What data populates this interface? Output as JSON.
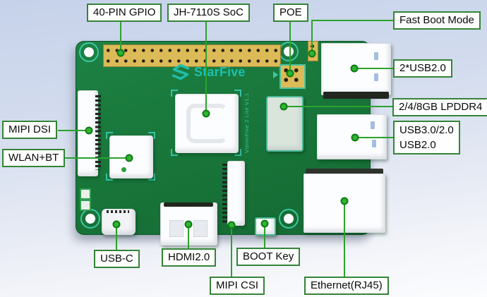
{
  "board": {
    "logo_text": "StarFive",
    "silkscreen": "VisionFive 2 Lite V1.1"
  },
  "icons": {
    "starfive-logo-icon": "interlocked angular S knot"
  },
  "colors": {
    "pcb_green": "#187439",
    "accent_teal": "#38c3a6",
    "callout_green": "#2ba32c",
    "label_border_green": "#348438",
    "header_yellow": "#dcba58",
    "background_top": "#c6d2ea",
    "background_bottom": "#fbfcfe"
  },
  "callouts": [
    {
      "id": "gpio",
      "text": "40-PIN GPIO"
    },
    {
      "id": "soc",
      "text": "JH-7110S SoC"
    },
    {
      "id": "poe",
      "text": "POE"
    },
    {
      "id": "fastboot",
      "text": "Fast Boot Mode"
    },
    {
      "id": "usb2x2",
      "text": "2*USB2.0"
    },
    {
      "id": "lpddr4",
      "text": "2/4/8GB LPDDR4"
    },
    {
      "id": "usb3",
      "text": "USB3.0/2.0",
      "text2": "USB2.0"
    },
    {
      "id": "dsi",
      "text": "MIPI DSI"
    },
    {
      "id": "wlan",
      "text": "WLAN+BT"
    },
    {
      "id": "usbc",
      "text": "USB-C"
    },
    {
      "id": "hdmi",
      "text": "HDMI2.0"
    },
    {
      "id": "bootkey",
      "text": "BOOT Key"
    },
    {
      "id": "csi",
      "text": "MIPI CSI"
    },
    {
      "id": "ethernet",
      "text": "Ethernet(RJ45)"
    }
  ]
}
